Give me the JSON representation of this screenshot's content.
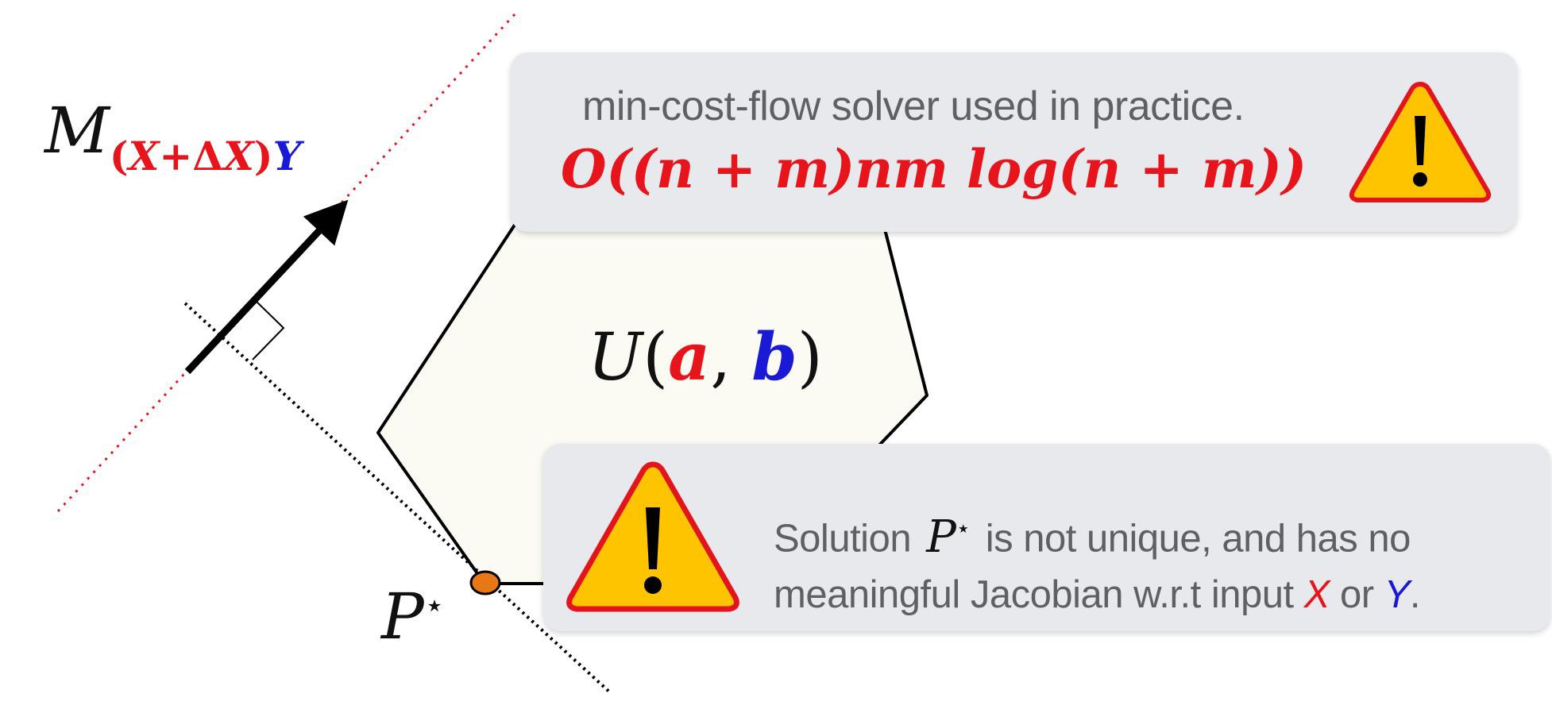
{
  "top_callout": {
    "note": "min-cost-flow solver used in practice.",
    "complexity": "O((n + m)nm log(n + m))"
  },
  "bottom_callout": {
    "line1_prefix": "Solution",
    "symbol": "P",
    "symbol_sup": "⋆",
    "line1_suffix": "is not unique, and has no",
    "line2_prefix": "meaningful Jacobian w.r.t input",
    "x_var": "X",
    "or_word": "or",
    "y_var": "Y",
    "period": "."
  },
  "labels": {
    "m_symbol": "M",
    "m_sub_open": "(",
    "m_sub_x": "X",
    "m_sub_plus": "+Δ",
    "m_sub_x2": "X",
    "m_sub_close": ")",
    "m_sub_y": "Y",
    "u_symbol": "U",
    "u_open": "(",
    "u_a": "a",
    "u_comma": ", ",
    "u_b": "b",
    "u_close": ")",
    "p_symbol": "P",
    "p_sup": "⋆"
  },
  "icons": {
    "warning": "warning-triangle-icon"
  },
  "colors": {
    "accent_red": "#e8141c",
    "accent_blue": "#1a1ad6",
    "polytope_fill": "#fbfaf3",
    "optimum_point": "#e87716",
    "warning_fill": "#ffc400",
    "warning_border": "#e3141c"
  }
}
